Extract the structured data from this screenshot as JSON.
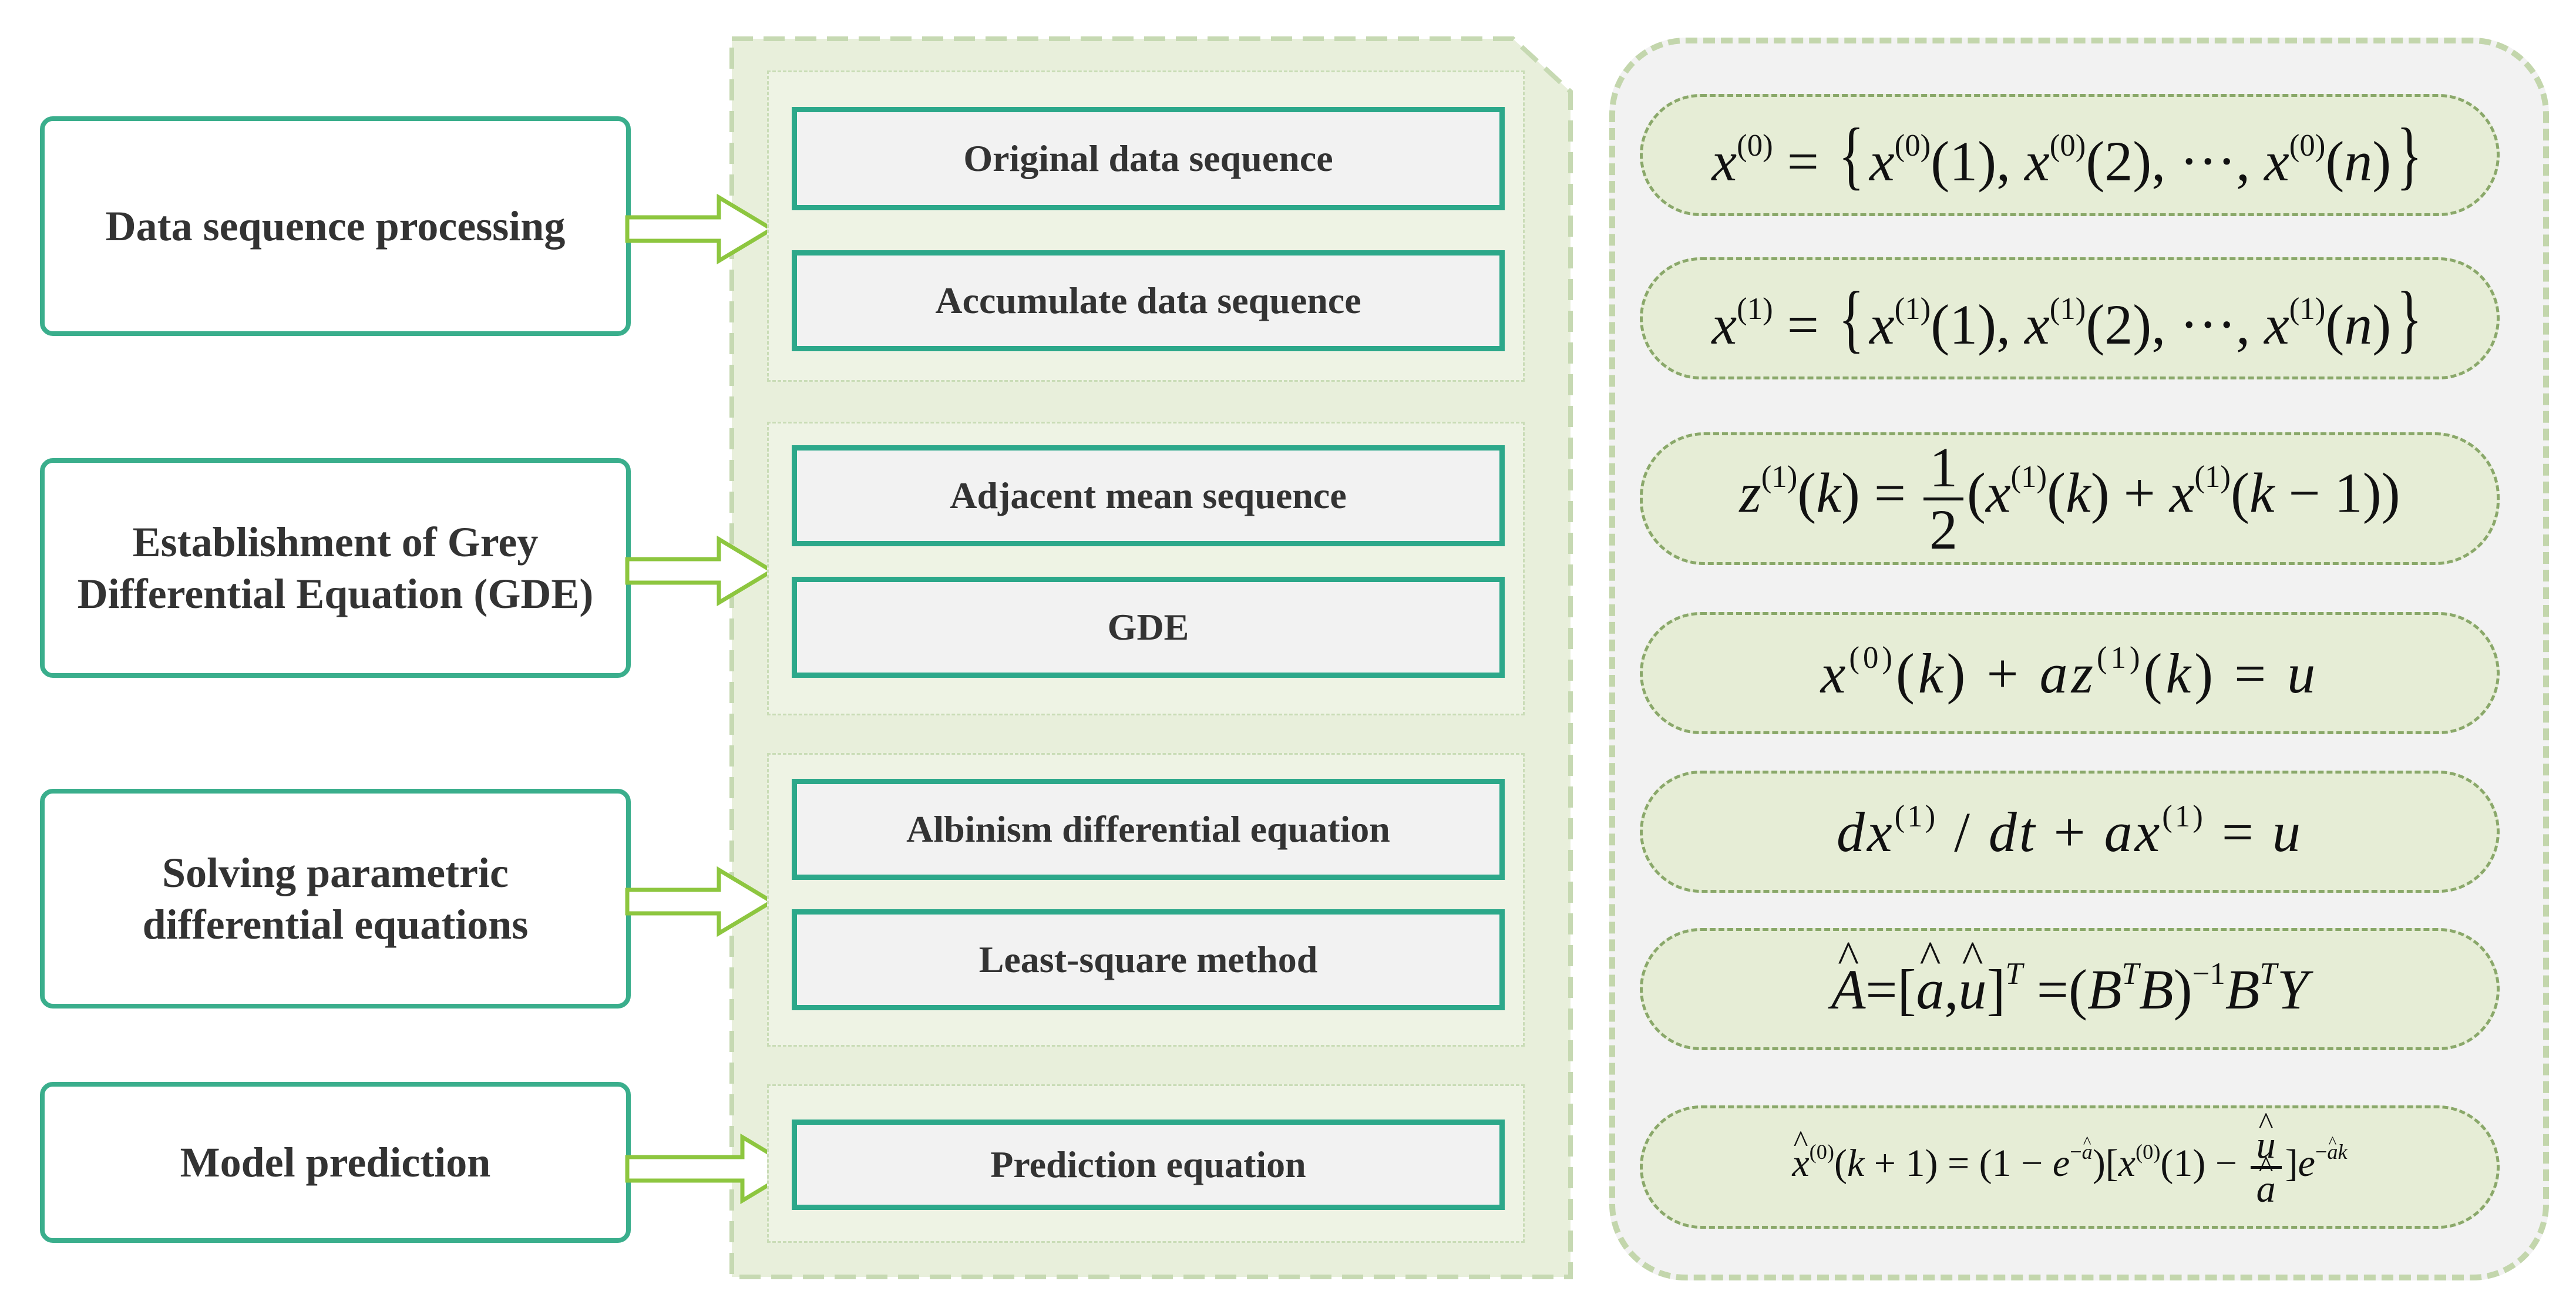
{
  "steps": [
    {
      "label": "Data sequence processing"
    },
    {
      "label": "Establishment of Grey\nDifferential Equation (GDE)"
    },
    {
      "label": "Solving parametric\ndifferential equations"
    },
    {
      "label": "Model prediction"
    }
  ],
  "groups": [
    {
      "items": [
        "Original data sequence",
        "Accumulate data sequence"
      ]
    },
    {
      "items": [
        "Adjacent mean sequence",
        "GDE"
      ]
    },
    {
      "items": [
        "Albinism differential equation",
        "Least-square method"
      ]
    },
    {
      "items": [
        "Prediction equation"
      ]
    }
  ],
  "formulas": [
    "x(0) = {x(0)(1), x(0)(2), ···, x(0)(n)}",
    "x(1) = {x(1)(1), x(1)(2), ···, x(1)(n)}",
    "z(1)(k) = 1/2 (x(1)(k) + x(1)(k − 1))",
    "x(0)(k) + az(1)(k) = u",
    "dx(1) / dt + ax(1) = u",
    "Â = [â, û]T = (BTB)−1BTY",
    "x̂(0)(k+1) = (1 − e−â)[x(0)(1) − û/â]e−âk"
  ],
  "colors": {
    "step_border": "#3aae8c",
    "item_border": "#2ca88a",
    "arrow": "#8dc63f",
    "panel_fill": "#eef3e4",
    "formula_fill": "#e6edd6"
  }
}
